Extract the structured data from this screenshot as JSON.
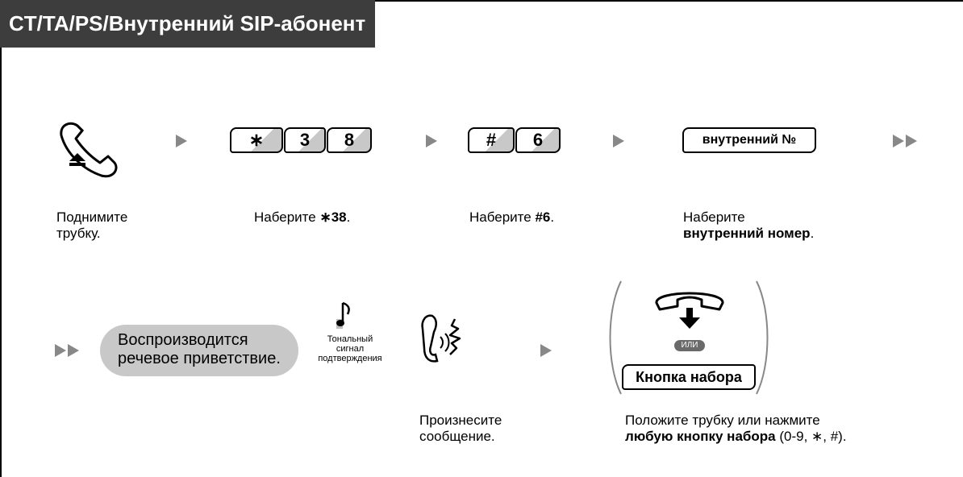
{
  "header": {
    "title": "CT/TA/PS/Внутренний SIP-абонент"
  },
  "keys": {
    "star": "∗",
    "three": "3",
    "eight": "8",
    "hash": "#",
    "six": "6",
    "extension": "внутренний №",
    "dial_key": "Кнопка набора"
  },
  "steps": {
    "lift": {
      "line1": "Поднимите",
      "line2": "трубку."
    },
    "dial38": {
      "text": "Наберите ",
      "code": "∗38",
      "end": "."
    },
    "dial6": {
      "text": "Наберите ",
      "code": "#6",
      "end": "."
    },
    "ext": {
      "line1": "Наберите",
      "bold": "внутренний номер",
      "end": "."
    },
    "greeting": {
      "line1": "Воспроизводится",
      "line2": "речевое приветствие."
    },
    "tone": {
      "line1": "Тональный",
      "line2": "сигнал",
      "line3": "подтверждения"
    },
    "speak": {
      "line1": "Произнесите",
      "line2": "сообщение."
    },
    "hangup": {
      "line1": "Положите трубку или нажмите",
      "bold": "любую кнопку набора",
      "rest": " (0-9, ∗, #)."
    },
    "or": "ИЛИ"
  },
  "icons": [
    "handset-offhook-icon",
    "handset-onhook-icon",
    "note-icon",
    "speaking-icon",
    "arrow-icon"
  ]
}
